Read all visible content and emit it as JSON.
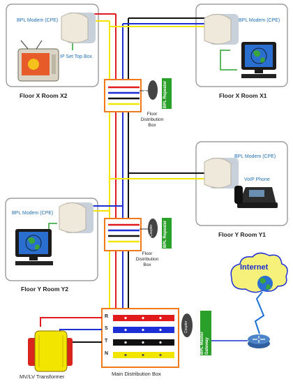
{
  "rooms": {
    "x2": {
      "title": "Floor X Room X2",
      "modem": "BPL Modem (CPE)",
      "device": "IP Set Top Box"
    },
    "x1": {
      "title": "Floor X Room X1",
      "modem": "BPL Modem (CPE)"
    },
    "y1": {
      "title": "Floor Y Room Y1",
      "modem": "BPL Modem (CPE)",
      "device": "VoIP Phone"
    },
    "y2": {
      "title": "Floor Y Room Y2",
      "modem": "BPL Modem (CPE)"
    }
  },
  "floor_box_top": {
    "label_line1": "Floor",
    "label_line2": "Distribution",
    "label_line3": "Box",
    "coupler": "Coupler",
    "repeater": "BPL Repeater"
  },
  "floor_box_mid": {
    "label_line1": "Floor",
    "label_line2": "Distribution",
    "label_line3": "Box",
    "coupler": "Coupler",
    "repeater": "BPL Repeater"
  },
  "main_box": {
    "label": "Main Distribution Box",
    "coupler": "Coupler",
    "gateway_line1": "BPL Master",
    "gateway_line2": "Gateway",
    "phases": [
      "R",
      "S",
      "T",
      "N"
    ]
  },
  "transformer": {
    "label": "MV/LV Transformer"
  },
  "internet": {
    "label": "Internet"
  },
  "colors": {
    "red": "#e11b1b",
    "blue": "#1c2fd6",
    "black": "#111111",
    "yellow": "#f2e600",
    "box_border": "#f07a1a",
    "room_border": "#8a8a8a",
    "green": "#2aa02a",
    "accent_text": "#1f6fb5"
  }
}
